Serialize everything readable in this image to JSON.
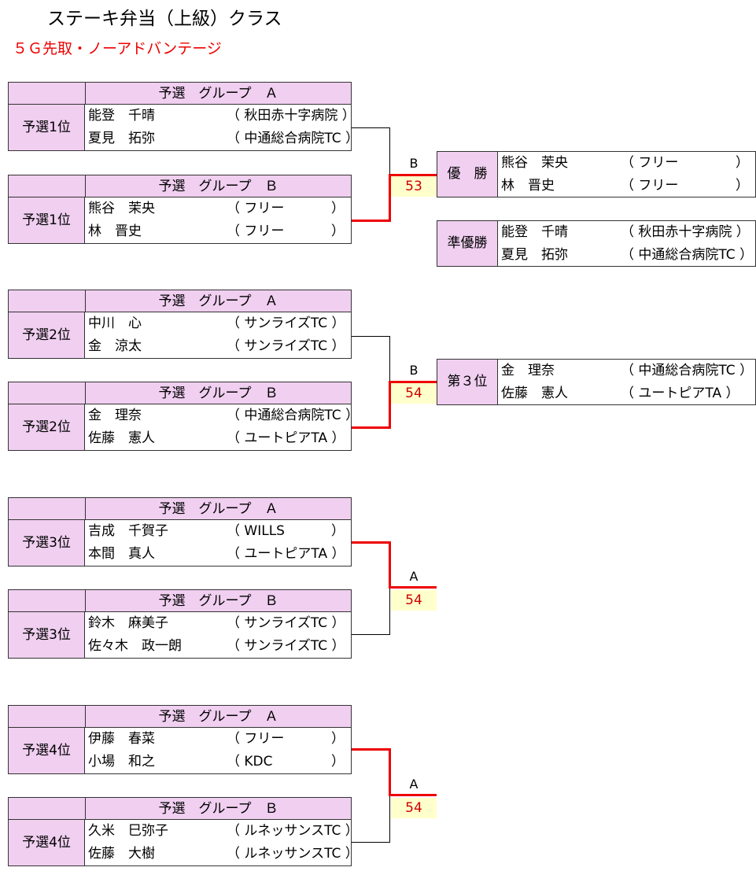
{
  "header": {
    "title": "ステーキ弁当（上級）クラス",
    "subtitle": "５Ｇ先取・ノーアドバンテージ"
  },
  "colors": {
    "header_bg": "#f0cff0",
    "score_bg": "#ffffcc",
    "winner_line": "#ee0000",
    "score_text": "#cc0000"
  },
  "groups": [
    {
      "header": "予選　グループ　Ａ",
      "rank": "予選1位",
      "players": [
        {
          "name": "能登　千晴",
          "aff": "（ 秋田赤十字病院 ）",
          "close": ""
        },
        {
          "name": "夏見　拓弥",
          "aff": "（ 中通総合病院TC ）",
          "close": ""
        }
      ]
    },
    {
      "header": "予選　グループ　Ｂ",
      "rank": "予選1位",
      "players": [
        {
          "name": "熊谷　茉央",
          "aff": "（ フリー",
          "close": "）"
        },
        {
          "name": "林　晋史",
          "aff": "（ フリー",
          "close": "）"
        }
      ]
    },
    {
      "header": "予選　グループ　Ａ",
      "rank": "予選2位",
      "players": [
        {
          "name": "中川　心",
          "aff": "（ サンライズTC ）",
          "close": ""
        },
        {
          "name": "金　涼太",
          "aff": "（ サンライズTC ）",
          "close": ""
        }
      ]
    },
    {
      "header": "予選　グループ　Ｂ",
      "rank": "予選2位",
      "players": [
        {
          "name": "金　理奈",
          "aff": "（ 中通総合病院TC ）",
          "close": ""
        },
        {
          "name": "佐藤　憲人",
          "aff": "（ ユートピアTA ）",
          "close": ""
        }
      ]
    },
    {
      "header": "予選　グループ　Ａ",
      "rank": "予選3位",
      "players": [
        {
          "name": "吉成　千賀子",
          "aff": "（ WILLS",
          "close": "）"
        },
        {
          "name": "本間　真人",
          "aff": "（ ユートピアTA ）",
          "close": ""
        }
      ]
    },
    {
      "header": "予選　グループ　Ｂ",
      "rank": "予選3位",
      "players": [
        {
          "name": "鈴木　麻美子",
          "aff": "（ サンライズTC ）",
          "close": ""
        },
        {
          "name": "佐々木　政一朗",
          "aff": "（ サンライズTC ）",
          "close": ""
        }
      ]
    },
    {
      "header": "予選　グループ　Ａ",
      "rank": "予選4位",
      "players": [
        {
          "name": "伊藤　春菜",
          "aff": "（ フリー",
          "close": "）"
        },
        {
          "name": "小場　和之",
          "aff": "（ KDC",
          "close": "）"
        }
      ]
    },
    {
      "header": "予選　グループ　Ｂ",
      "rank": "予選4位",
      "players": [
        {
          "name": "久米　巳弥子",
          "aff": "（ ルネッサンスTC ）",
          "close": ""
        },
        {
          "name": "佐藤　大樹",
          "aff": "（ ルネッサンスTC ）",
          "close": ""
        }
      ]
    }
  ],
  "matches": [
    {
      "court": "B",
      "score": "53"
    },
    {
      "court": "B",
      "score": "54"
    },
    {
      "court": "A",
      "score": "54"
    },
    {
      "court": "A",
      "score": "54"
    }
  ],
  "results": [
    {
      "label": "優　勝",
      "players": [
        {
          "name": "熊谷　茉央",
          "aff": "（ フリー",
          "close": "）"
        },
        {
          "name": "林　晋史",
          "aff": "（ フリー",
          "close": "）"
        }
      ]
    },
    {
      "label": "準優勝",
      "players": [
        {
          "name": "能登　千晴",
          "aff": "（ 秋田赤十字病院 ）",
          "close": ""
        },
        {
          "name": "夏見　拓弥",
          "aff": "（ 中通総合病院TC ）",
          "close": ""
        }
      ]
    },
    {
      "label": "第３位",
      "players": [
        {
          "name": "金　理奈",
          "aff": "（ 中通総合病院TC ）",
          "close": ""
        },
        {
          "name": "佐藤　憲人",
          "aff": "（ ユートピアTA ）",
          "close": ""
        }
      ]
    }
  ]
}
